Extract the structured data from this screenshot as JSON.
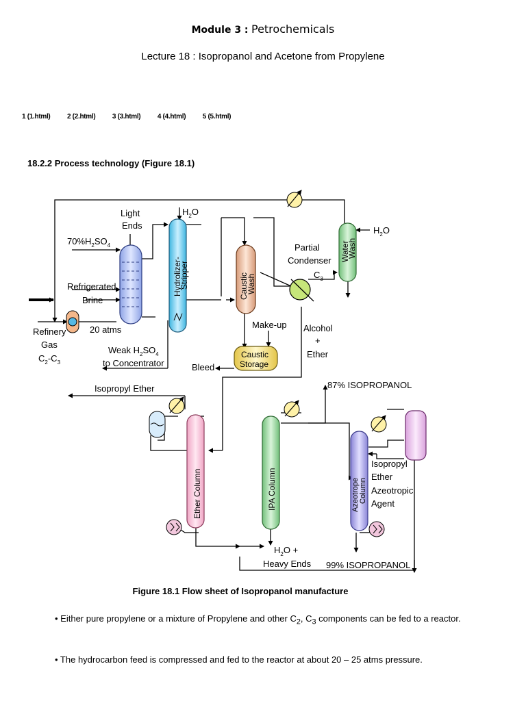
{
  "header": {
    "module_label": "Module 3 :",
    "module_title": "Petrochemicals",
    "lecture": "Lecture 18 : Isopropanol and Acetone from Propylene"
  },
  "pager": [
    "1 (1.html)",
    "2 (2.html)",
    "3 (3.html)",
    "4 (4.html)",
    "5 (5.html)"
  ],
  "section_title": "18.2.2 Process technology (Figure 18.1)",
  "figure": {
    "labels": {
      "light_ends": [
        "Light",
        "Ends"
      ],
      "h2o_top": "H",
      "h2o_top_sub": "2",
      "h2o_top_tail": "O",
      "acid": "70%H",
      "acid_sub": "2",
      "acid_tail": "SO",
      "acid_sub2": "4",
      "refrigerated": [
        "Refrigerated",
        "Brine"
      ],
      "atms": "20 atms",
      "refinery": [
        "Refinery",
        "Gas",
        "C"
      ],
      "refinery_sub": "2",
      "refinery_mid": "-C",
      "refinery_sub2": "3",
      "hydrolizer": [
        "Hydrolizer-",
        "Stripper"
      ],
      "caustic_wash": [
        "Caustic",
        "Wash"
      ],
      "partial": [
        "Partial",
        "Condenser"
      ],
      "c3": "C",
      "c3_sub": "3",
      "water_wash": [
        "Water",
        "Wash"
      ],
      "h2o_right": "H",
      "h2o_right_tail": "O",
      "makeup": "Make-up",
      "caustic_storage": [
        "Caustic",
        "Storage"
      ],
      "alcohol": [
        "Alcohol",
        "+",
        "Ether"
      ],
      "weak": [
        "Weak H",
        "SO",
        "to Concentrator"
      ],
      "bleed": "Bleed",
      "isopropyl_ether": "Isopropyl Ether",
      "ipa87": "87% ISOPROPANOL",
      "ether_column": "Ether Column",
      "ipa_column": "IPA Column",
      "azeotrope": [
        "Azeotrope",
        "Column"
      ],
      "agent": [
        "Isopropyl",
        "Ether",
        "Azeotropic",
        "Agent"
      ],
      "heavy": [
        "H",
        "O +",
        "Heavy Ends"
      ],
      "ipa99": "99% ISOPROPANOL"
    }
  },
  "caption": "Figure 18.1 Flow sheet of Isopropanol manufacture",
  "bullets": {
    "b1_pre": "• Either pure propylene or a mixture of Propylene and other C",
    "b1_sub1": "2",
    "b1_mid": ", C",
    "b1_sub2": "3",
    "b1_post": " components can be fed to a reactor.",
    "b2": "• The hydrocarbon feed is compressed and fed to the reactor at about 20 – 25 atms pressure."
  }
}
